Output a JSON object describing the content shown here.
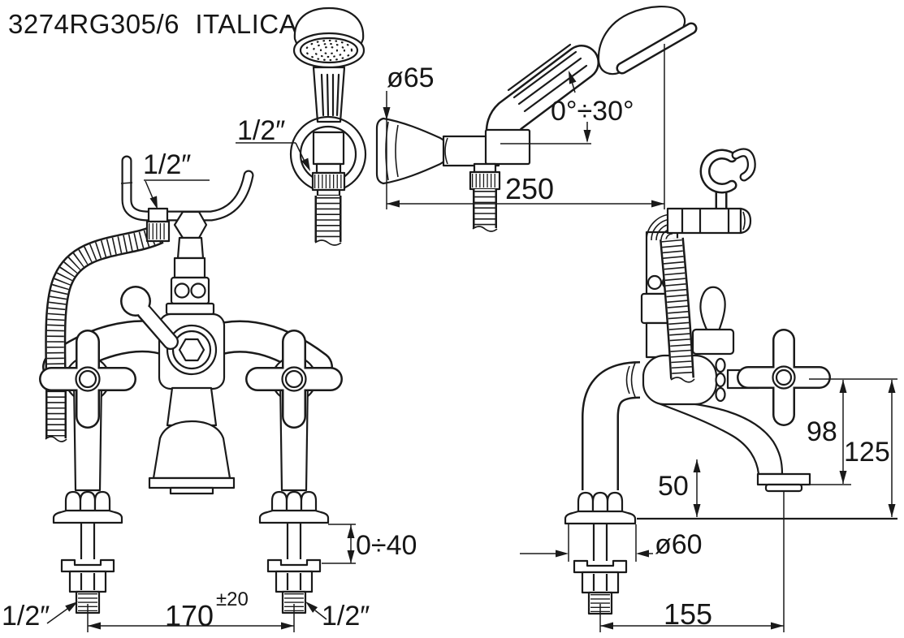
{
  "drawing": {
    "title": "3274RG305/6  ITALICA",
    "line_color": "#1a1a1a",
    "background": "#ffffff",
    "views": [
      "bath-shower mixer front view",
      "handset and wall bracket view",
      "bath-shower mixer side view"
    ]
  },
  "dimensions": {
    "bracket_diameter": "ø65",
    "handset_angle_range": "0°÷30°",
    "wall_to_handset_length": "250",
    "cradle_connection_thread": "1/2″",
    "bracket_connection_thread": "1/2″",
    "deck_mounting_range": "0÷40",
    "inlet_centres": "170",
    "inlet_centres_tolerance": "±20",
    "left_inlet_thread": "1/2″",
    "right_inlet_thread": "1/2″",
    "deck_to_spout_underside": "50",
    "escutcheon_diameter": "ø60",
    "handle_axis_to_outlet": "98",
    "handle_axis_to_deck": "125",
    "spout_projection": "155"
  }
}
